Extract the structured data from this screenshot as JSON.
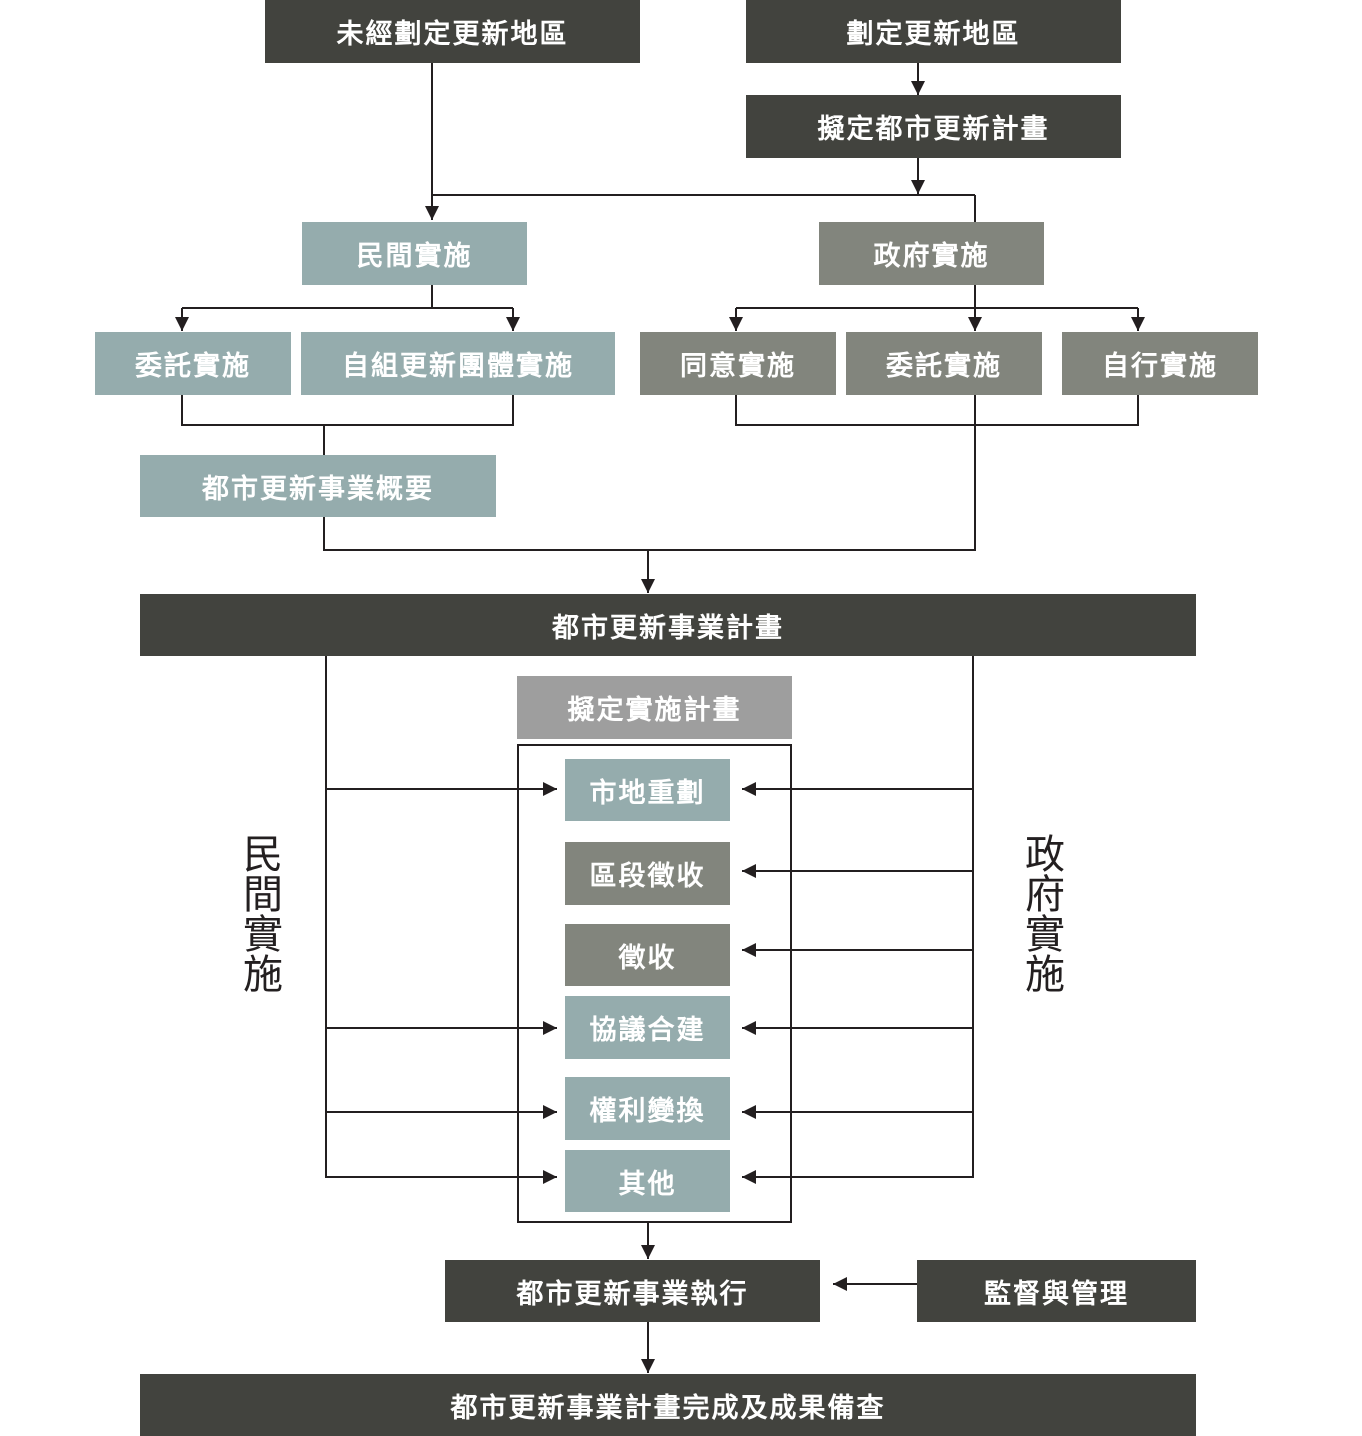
{
  "colors": {
    "dark": "#42433e",
    "teal": "#95acad",
    "grey": "#82857d",
    "lightgrey": "#9e9e9e",
    "line": "#231f20"
  },
  "top": {
    "undesignated_area": "未經劃定更新地區",
    "designated_area": "劃定更新地區",
    "draft_renewal_plan": "擬定都市更新計畫"
  },
  "private": {
    "title": "民間實施",
    "entrusted": "委託實施",
    "self_organized": "自組更新團體實施",
    "outline": "都市更新事業概要",
    "side_label": "民間實施"
  },
  "government": {
    "title": "政府實施",
    "consent": "同意實施",
    "entrusted": "委託實施",
    "self": "自行實施",
    "side_label": "政府實施"
  },
  "business_plan": "都市更新事業計畫",
  "implementation": {
    "title": "擬定實施計畫",
    "methods": [
      "市地重劃",
      "區段徵收",
      "徵收",
      "協議合建",
      "權利變換",
      "其他"
    ]
  },
  "execution": "都市更新事業執行",
  "supervision": "監督與管理",
  "completion": "都市更新事業計畫完成及成果備查"
}
